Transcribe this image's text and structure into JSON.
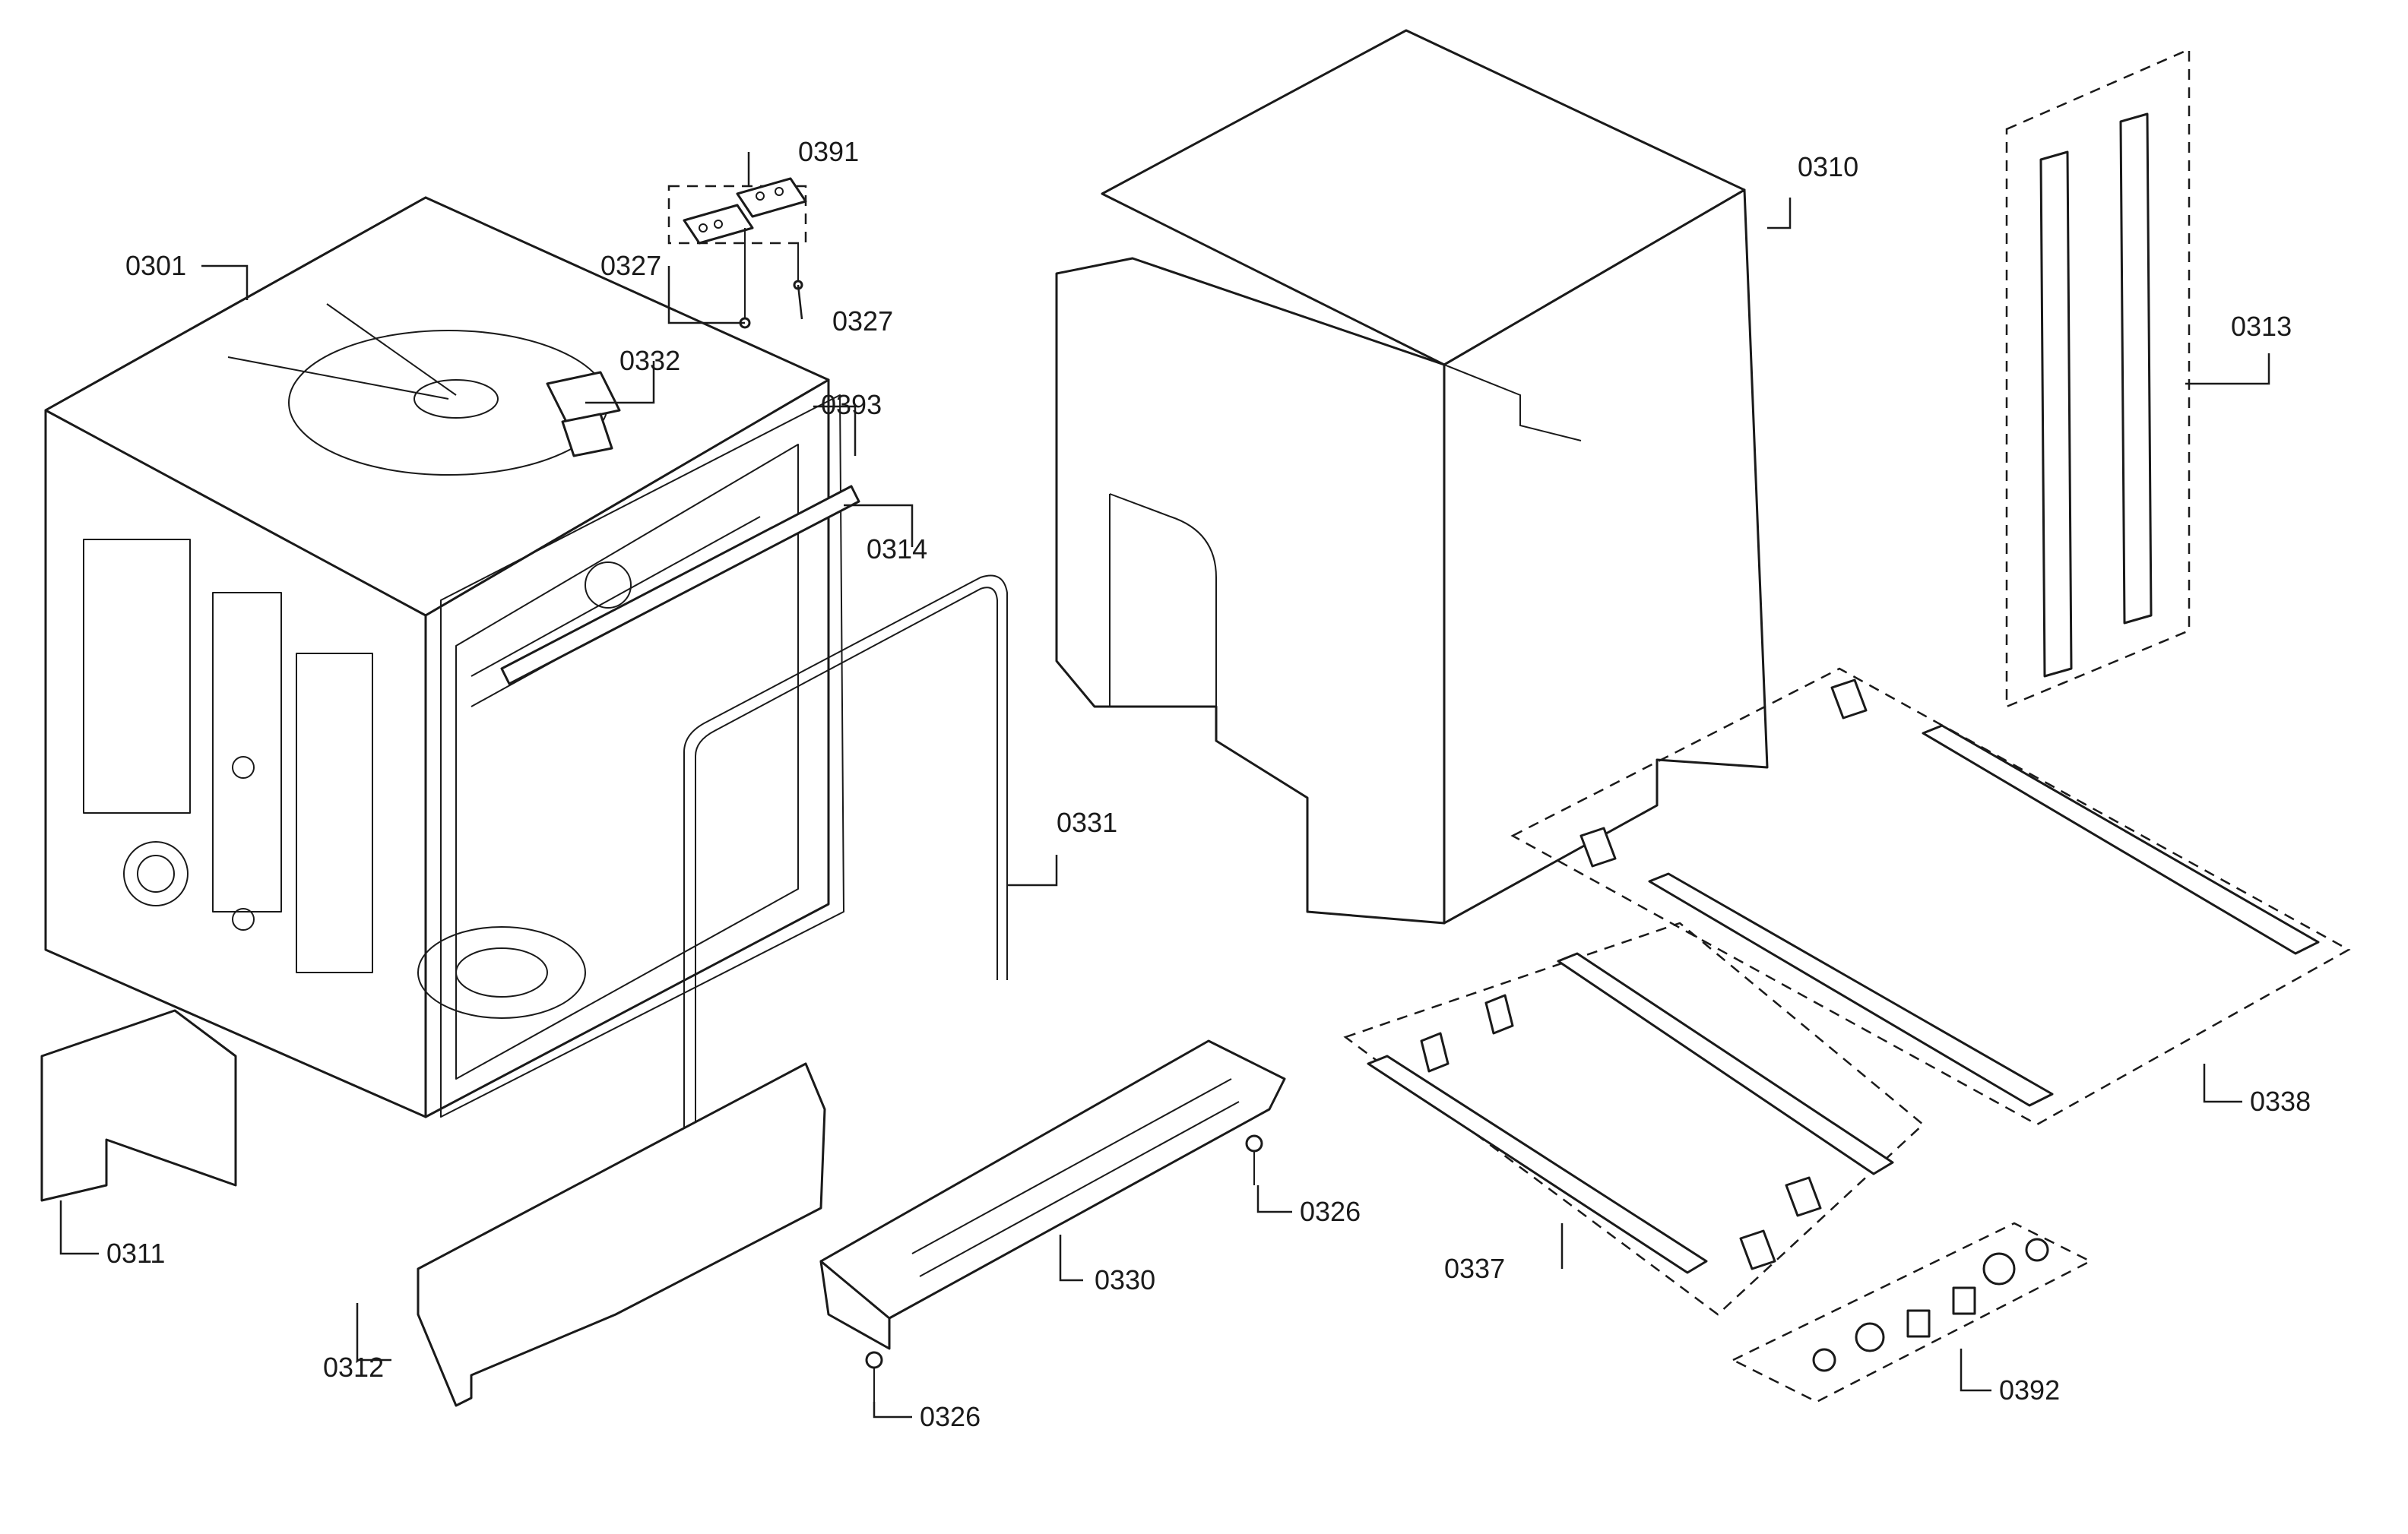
{
  "labels": {
    "l0301": "0301",
    "l0391": "0391",
    "l0327a": "0327",
    "l0327b": "0327",
    "l0332": "0332",
    "l0393": "0393",
    "l0314": "0314",
    "l0310": "0310",
    "l0313": "0313",
    "l0331": "0331",
    "l0338": "0338",
    "l0311": "0311",
    "l0312": "0312",
    "l0330": "0330",
    "l0326a": "0326",
    "l0326b": "0326",
    "l0337": "0337",
    "l0392": "0392"
  },
  "colors": {
    "line": "#1a1a1a",
    "background": "#ffffff"
  }
}
